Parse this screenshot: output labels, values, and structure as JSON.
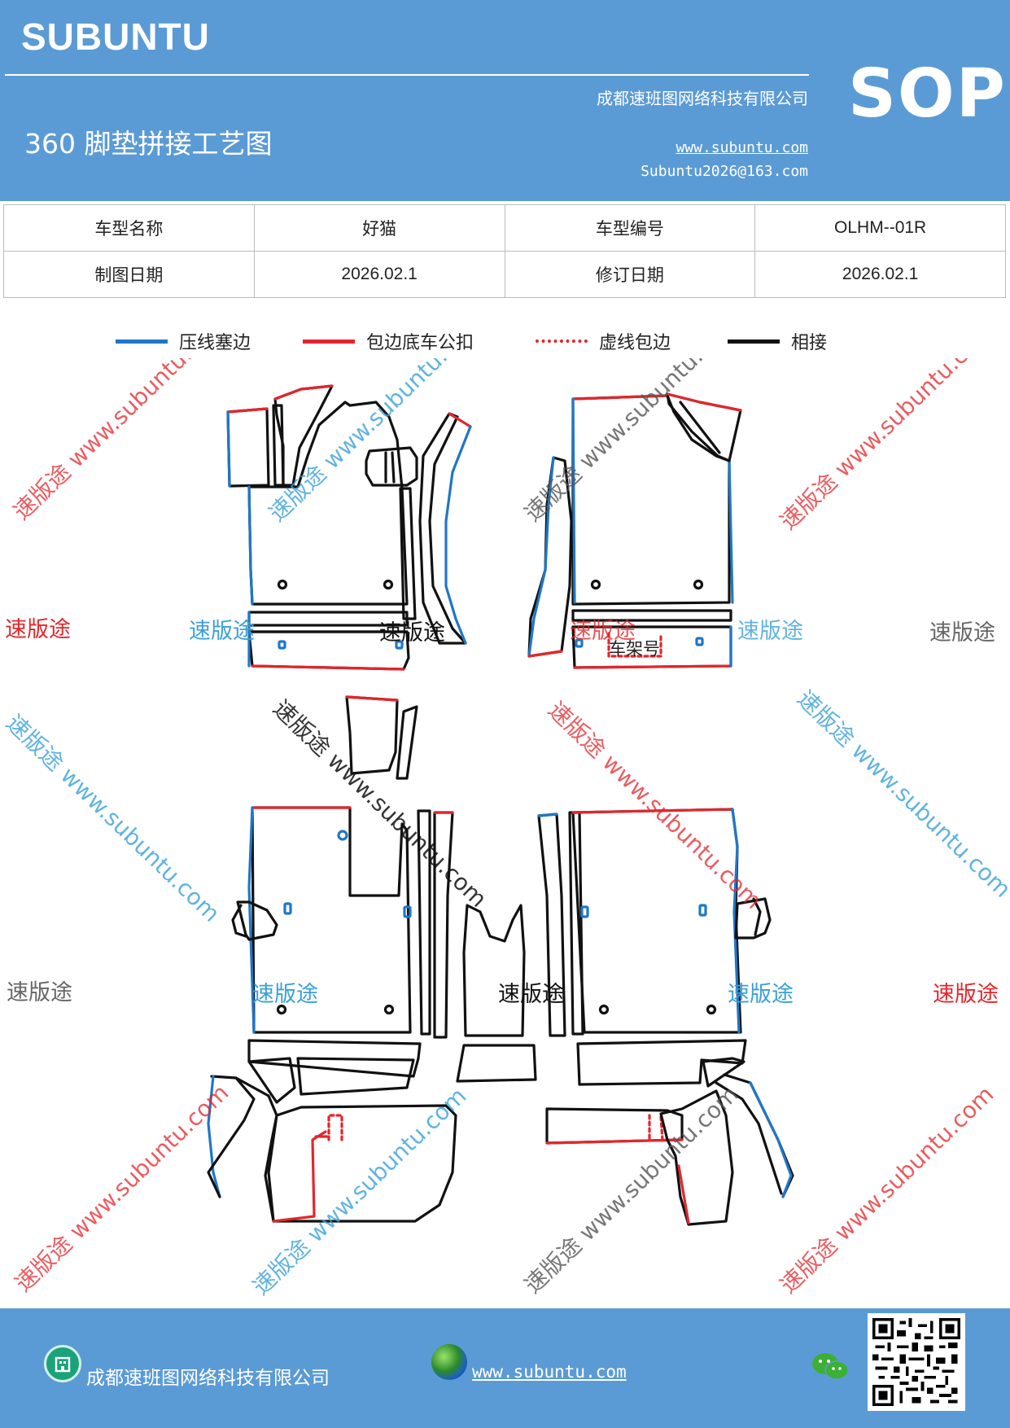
{
  "header": {
    "brand": "SUBUNTU",
    "company": "成都速班图网络科技有限公司",
    "title": "360 脚垫拼接工艺图",
    "website": "www.subuntu.com",
    "email": "Subuntu2026@163.com",
    "badge": "SOP",
    "color": "#5b9bd5"
  },
  "info_table": {
    "rows": [
      {
        "l1": "车型名称",
        "v1": "好猫",
        "l2": "车型编号",
        "v2": "OLHM--01R"
      },
      {
        "l1": "制图日期",
        "v1": "2026.02.1",
        "l2": "修订日期",
        "v2": "2026.02.1"
      }
    ]
  },
  "legend": [
    {
      "label": "压线塞边",
      "color": "#1f77c8",
      "style": "solid"
    },
    {
      "label": "包边底车公扣",
      "color": "#e3262b",
      "style": "solid"
    },
    {
      "label": "虚线包边",
      "color": "#e3262b",
      "style": "dashed"
    },
    {
      "label": "相接",
      "color": "#111111",
      "style": "solid"
    }
  ],
  "diagram": {
    "frame_label": "车架号",
    "watermark_text": "速版途",
    "watermark_url": "www.subuntu.com",
    "watermark_combo": "速版途 www.subuntu.com"
  },
  "footer": {
    "company": "成都速班图网络科技有限公司",
    "website": "www.subuntu.com",
    "company_icon": "building-icon",
    "web_icon": "globe-icon",
    "wechat_icon": "wechat-icon"
  }
}
